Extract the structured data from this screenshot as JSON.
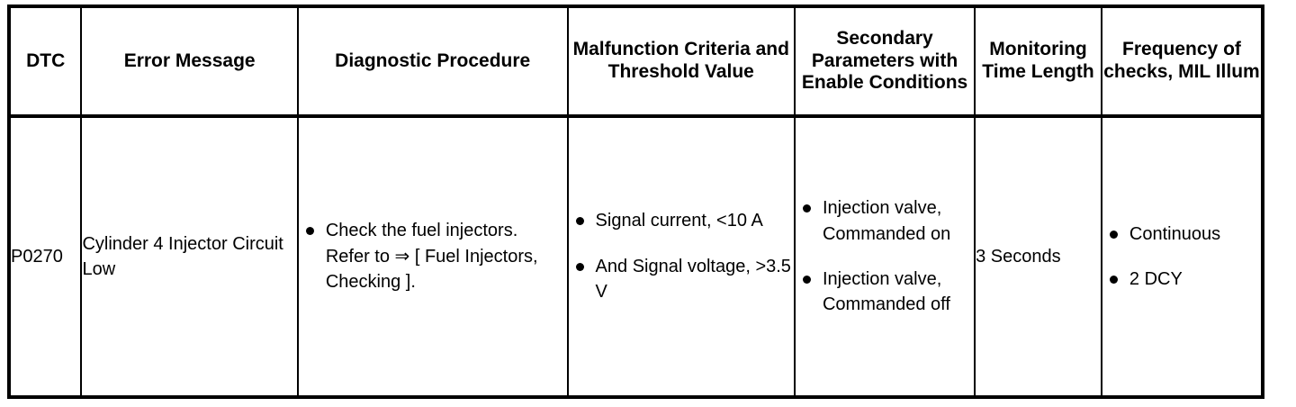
{
  "table": {
    "columns": [
      {
        "key": "dtc",
        "label": "DTC"
      },
      {
        "key": "error",
        "label": "Error Message"
      },
      {
        "key": "proc",
        "label": "Diagnostic Procedure"
      },
      {
        "key": "criteria",
        "label": "Malfunction Criteria and Threshold Value"
      },
      {
        "key": "secondary",
        "label": "Secondary Parameters with Enable Conditions"
      },
      {
        "key": "time",
        "label": "Monitoring Time Length"
      },
      {
        "key": "freq",
        "label": "Frequency of checks, MIL Illum"
      }
    ],
    "rows": [
      {
        "dtc": "P0270",
        "error": "Cylinder 4 Injector Circuit Low",
        "procedure_items": [
          "Check the fuel injectors. Refer to ⇒ [ Fuel Injectors, Checking ]."
        ],
        "criteria_items": [
          "Signal current, <10 A",
          "And Signal voltage, >3.5 V"
        ],
        "secondary_items": [
          "Injection valve, Commanded on",
          "Injection valve, Commanded off"
        ],
        "monitoring_time": "3 Seconds",
        "frequency_items": [
          "Continuous",
          "2 DCY"
        ]
      }
    ]
  },
  "style": {
    "border_color": "#000000",
    "background": "#ffffff",
    "text_color": "#000000"
  }
}
